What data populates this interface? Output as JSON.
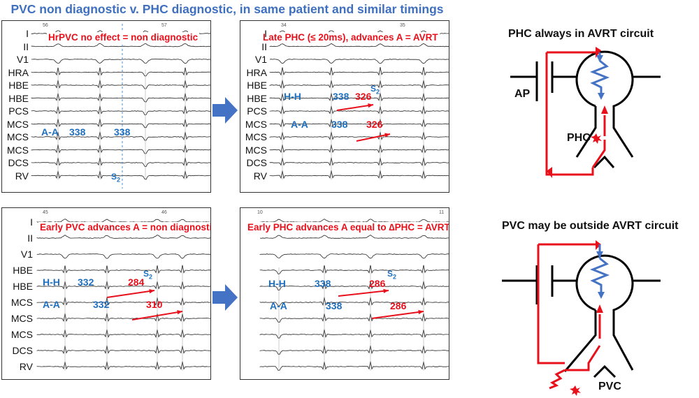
{
  "figure_title": "PVC non diagnostic v. PHC diagnostic, in same patient and similar timings",
  "colors": {
    "blue_label": "#1f6fbf",
    "red_label": "#e8101b",
    "arrow_fill": "#4472c4",
    "circuit_blue": "#4472c4",
    "circuit_red": "#e8101b"
  },
  "panels": [
    {
      "heading": "HrPVC no effect = non diagnostic",
      "leads": [
        "I",
        "II",
        "V1",
        "HRA",
        "HBE",
        "HBE",
        "PCS",
        "MCS",
        "MCS",
        "MCS",
        "DCS",
        "RV"
      ],
      "ticks": [
        "56",
        "57"
      ],
      "annotations": {
        "aa_label": "A-A",
        "aa_value1": "338",
        "aa_value2": "338",
        "s2": "S",
        "s2_sub": "2"
      }
    },
    {
      "heading": "Late PHC (≤ 20ms), advances A = AVRT",
      "leads": [
        "I",
        "II",
        "V1",
        "HRA",
        "HBE",
        "HBE",
        "PCS",
        "MCS",
        "MCS",
        "MCS",
        "DCS",
        "RV"
      ],
      "ticks": [
        "34",
        "35"
      ],
      "annotations": {
        "hh_label": "H-H",
        "hh_value": "338",
        "hh_red": "326",
        "aa_label": "A-A",
        "aa_value": "338",
        "aa_red": "326",
        "s2": "S",
        "s2_sub": "2"
      }
    },
    {
      "heading": "Early PVC advances A = non diagnostic",
      "leads": [
        "I",
        "II",
        "V1",
        "HBE",
        "HBE",
        "MCS",
        "MCS",
        "MCS",
        "DCS",
        "RV"
      ],
      "ticks": [
        "45",
        "46"
      ],
      "annotations": {
        "hh_label": "H-H",
        "hh_value": "332",
        "hh_red": "284",
        "aa_label": "A-A",
        "aa_value": "332",
        "aa_red": "310",
        "s2": "S",
        "s2_sub": "2"
      }
    },
    {
      "heading": "Early PHC advances A equal to ∆PHC = AVRT",
      "leads": [],
      "ticks": [
        "10",
        "11"
      ],
      "annotations": {
        "hh_label": "H-H",
        "hh_value": "338",
        "hh_red": "286",
        "aa_label": "A-A",
        "aa_value": "338",
        "aa_red": "286",
        "s2": "S",
        "s2_sub": "2"
      }
    }
  ],
  "diagrams": [
    {
      "title": "PHC always in AVRT circuit",
      "labels": [
        "AP",
        "PHC"
      ]
    },
    {
      "title": "PVC may be outside AVRT circuit",
      "labels": [
        "PVC"
      ]
    }
  ]
}
